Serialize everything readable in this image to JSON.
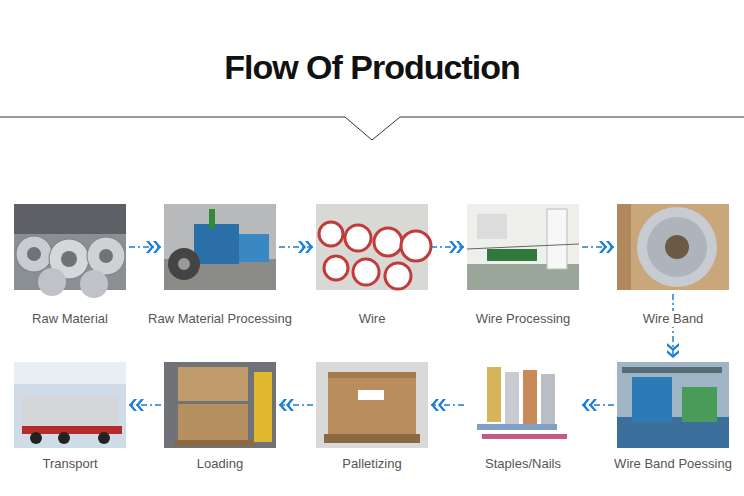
{
  "diagram": {
    "title": "Flow Of Production",
    "nodes": [
      {
        "text": [
          "Raw Material"
        ]
      },
      {
        "text": [
          "Raw Material Processing"
        ]
      },
      {
        "text": [
          "Wire"
        ]
      },
      {
        "text": [
          "Wire Processing"
        ]
      },
      {
        "text": [
          "Wire Band"
        ]
      },
      {
        "text": [
          "Wire Band Poessing"
        ]
      },
      {
        "text": [
          "Staples/Nails"
        ]
      },
      {
        "text": [
          "Palletizing"
        ]
      },
      {
        "text": [
          "Loading"
        ]
      },
      {
        "text": [
          "Transport"
        ]
      }
    ],
    "edges": [
      {
        "from": 0,
        "to": 1,
        "arrow": "to"
      },
      {
        "from": 1,
        "to": 2,
        "arrow": "to"
      },
      {
        "from": 2,
        "to": 3,
        "arrow": "to"
      },
      {
        "from": 3,
        "to": 4,
        "arrow": "to"
      },
      {
        "from": 4,
        "to": 5,
        "arrow": "to"
      },
      {
        "from": 5,
        "to": 6,
        "arrow": "to"
      },
      {
        "from": 6,
        "to": 7,
        "arrow": "to"
      },
      {
        "from": 7,
        "to": 8,
        "arrow": "to"
      },
      {
        "from": 8,
        "to": 9,
        "arrow": "to"
      }
    ]
  }
}
